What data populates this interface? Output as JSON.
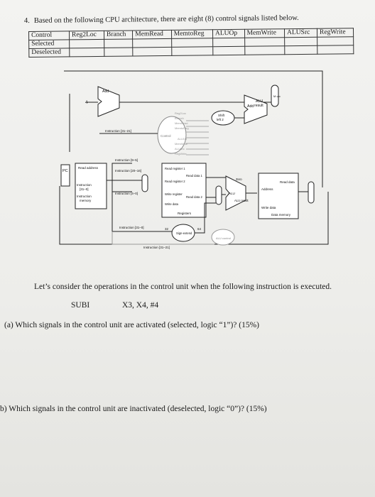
{
  "question": {
    "number": "4.",
    "text": "Based on the following CPU architecture, there are eight (8) control signals listed below."
  },
  "signal_table": {
    "headers": [
      "Control",
      "Reg2Loc",
      "Branch",
      "MemRead",
      "MemtoReg",
      "ALUOp",
      "MemWrite",
      "ALUSrc",
      "RegWrite"
    ],
    "rows": [
      {
        "label": "Selected"
      },
      {
        "label": "Deselected"
      }
    ]
  },
  "diagram": {
    "add_top": "Add",
    "add_right": "Add",
    "alu_result_top": "ALU",
    "alu_result_top_sub": "result",
    "four": "4",
    "shift": "Shift",
    "shift_sub": "left 2",
    "mux_label": "M u x",
    "control": "Control",
    "control_outputs": [
      "Reg2Loc",
      "Branch",
      "MemRead",
      "MemtoReg",
      "ALUOp",
      "MemWrite",
      "ALUSrc",
      "RegWrite"
    ],
    "instr_31_21": "Instruction [31–21]",
    "instr_9_5": "Instruction [9–5]",
    "instr_20_16": "Instruction [20–16]",
    "instr_4_0": "Instruction [4–0]",
    "instr_31_0": "Instruction [31–0]",
    "instr_31_21_bottom": "Instruction [31–21]",
    "pc": "PC",
    "read_address": "Read address",
    "instruction_mem_1": "Instruction",
    "instruction_mem_2": "[31–0]",
    "instruction_mem_3": "Instruction",
    "instruction_mem_4": "memory",
    "read_register_1": "Read register 1",
    "read_register_2": "Read register 2",
    "write_register": "Write register",
    "write_data": "Write data",
    "read_data_1": "Read data 1",
    "read_data_2": "Read data 2",
    "registers": "Registers",
    "zero": "Zero",
    "alu": "ALU",
    "alu_result": "ALU result",
    "address": "Address",
    "read_data": "Read data",
    "write_data_mem": "Write data",
    "data_memory": "Data memory",
    "sign_extend": "Sign-extend",
    "bits_32": "32",
    "bits_64": "64",
    "alu_control": "ALU control"
  },
  "prompt": "Let’s consider the operations in the control unit when the following instruction is executed.",
  "instruction": {
    "opcode": "SUBI",
    "operands": "X3, X4, #4"
  },
  "question_a": "(a) Which signals in the control unit are activated (selected, logic “1”)? (15%)",
  "question_b": "b) Which signals in the control unit are inactivated (deselected, logic “0”)? (15%)"
}
